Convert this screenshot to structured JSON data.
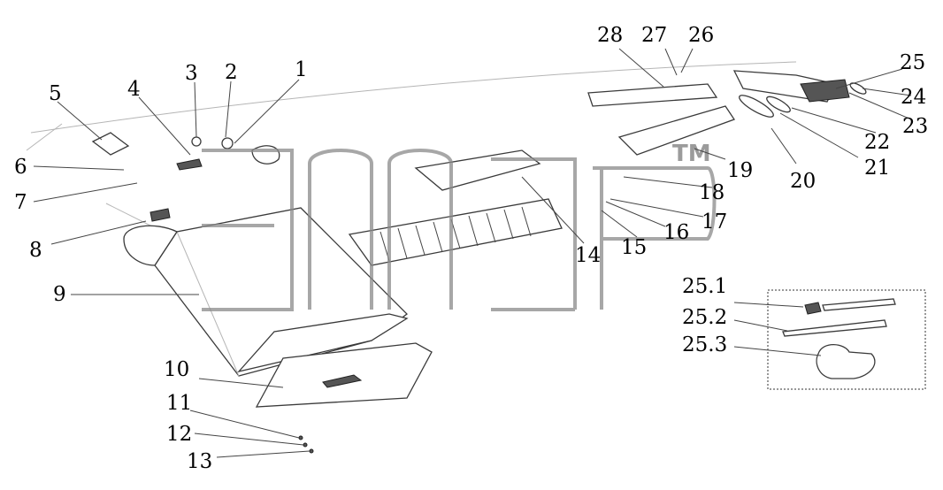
{
  "diagram": {
    "callouts": [
      "1",
      "2",
      "3",
      "4",
      "5",
      "6",
      "7",
      "8",
      "9",
      "10",
      "11",
      "12",
      "13",
      "14",
      "15",
      "16",
      "17",
      "18",
      "19",
      "20",
      "21",
      "22",
      "23",
      "24",
      "25",
      "25.1",
      "25.2",
      "25.3",
      "26",
      "27",
      "28"
    ]
  },
  "watermark": {
    "mark": "TM"
  }
}
